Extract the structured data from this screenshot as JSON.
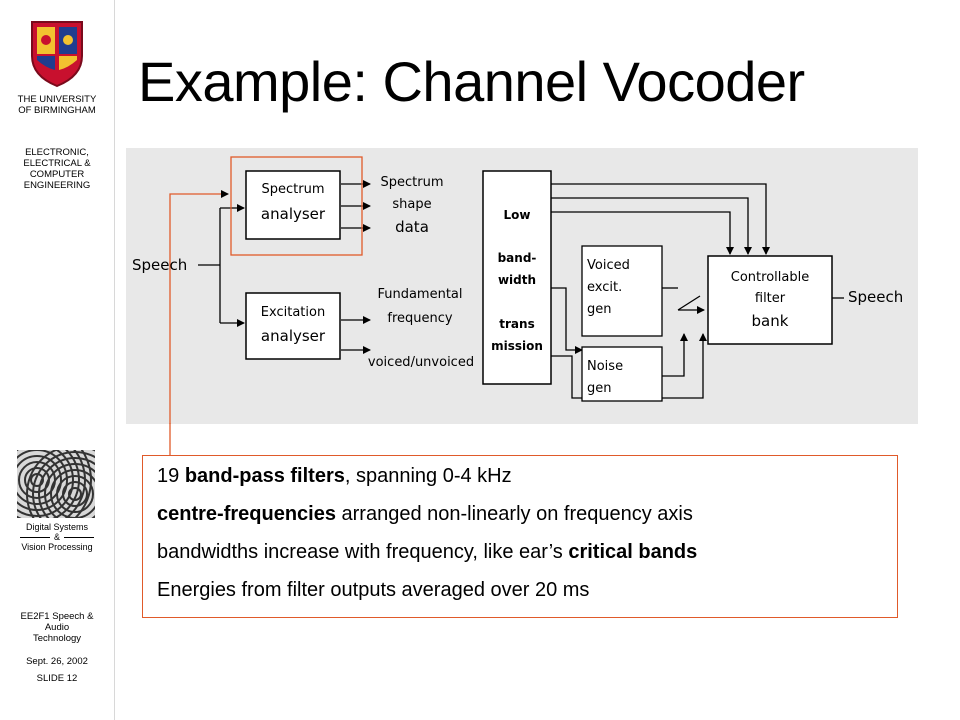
{
  "sidebar": {
    "university": [
      "THE UNIVERSITY",
      "OF BIRMINGHAM"
    ],
    "department": [
      "ELECTRONIC,",
      "ELECTRICAL &",
      "COMPUTER",
      "ENGINEERING"
    ],
    "group": [
      "Digital Systems",
      "&",
      "Vision Processing"
    ],
    "course": [
      "EE2F1 Speech &",
      "Audio",
      "Technology"
    ],
    "date": "Sept. 26, 2002",
    "slide": "SLIDE 12",
    "icons": [
      "university-crest-icon",
      "moire-pattern-icon"
    ]
  },
  "title": "Example: Channel Vocoder",
  "diagram": {
    "input_label": "Speech",
    "output_label": "Speech",
    "spectrum_analyser": [
      "Spectrum",
      "analyser"
    ],
    "spectrum_output": [
      "Spectrum",
      "shape",
      "data"
    ],
    "excitation_analyser": [
      "Excitation",
      "analyser"
    ],
    "fundamental_output": [
      "Fundamental",
      "frequency"
    ],
    "voiced_output": "voiced/unvoiced",
    "transmission": [
      "Low",
      "band-",
      "width",
      "trans",
      "mission"
    ],
    "voiced_gen": [
      "Voiced",
      "excit.",
      "gen"
    ],
    "noise_gen": [
      "Noise",
      "gen"
    ],
    "filter_bank": [
      "Controllable",
      "filter",
      "bank"
    ],
    "colors": {
      "background": "#e8e8e8",
      "highlight": "#e05a2a",
      "line": "#000000"
    }
  },
  "notes": [
    {
      "pre": "19 ",
      "bold": "band-pass filters",
      "post": ", spanning 0-4 kHz"
    },
    {
      "pre": "",
      "bold": "centre-frequencies",
      "post": " arranged non-linearly on frequency axis"
    },
    {
      "pre": "bandwidths increase with frequency, like ear’s ",
      "bold": "critical bands",
      "post": ""
    },
    {
      "pre": "Energies from filter outputs averaged over 20 ms",
      "bold": "",
      "post": ""
    }
  ]
}
